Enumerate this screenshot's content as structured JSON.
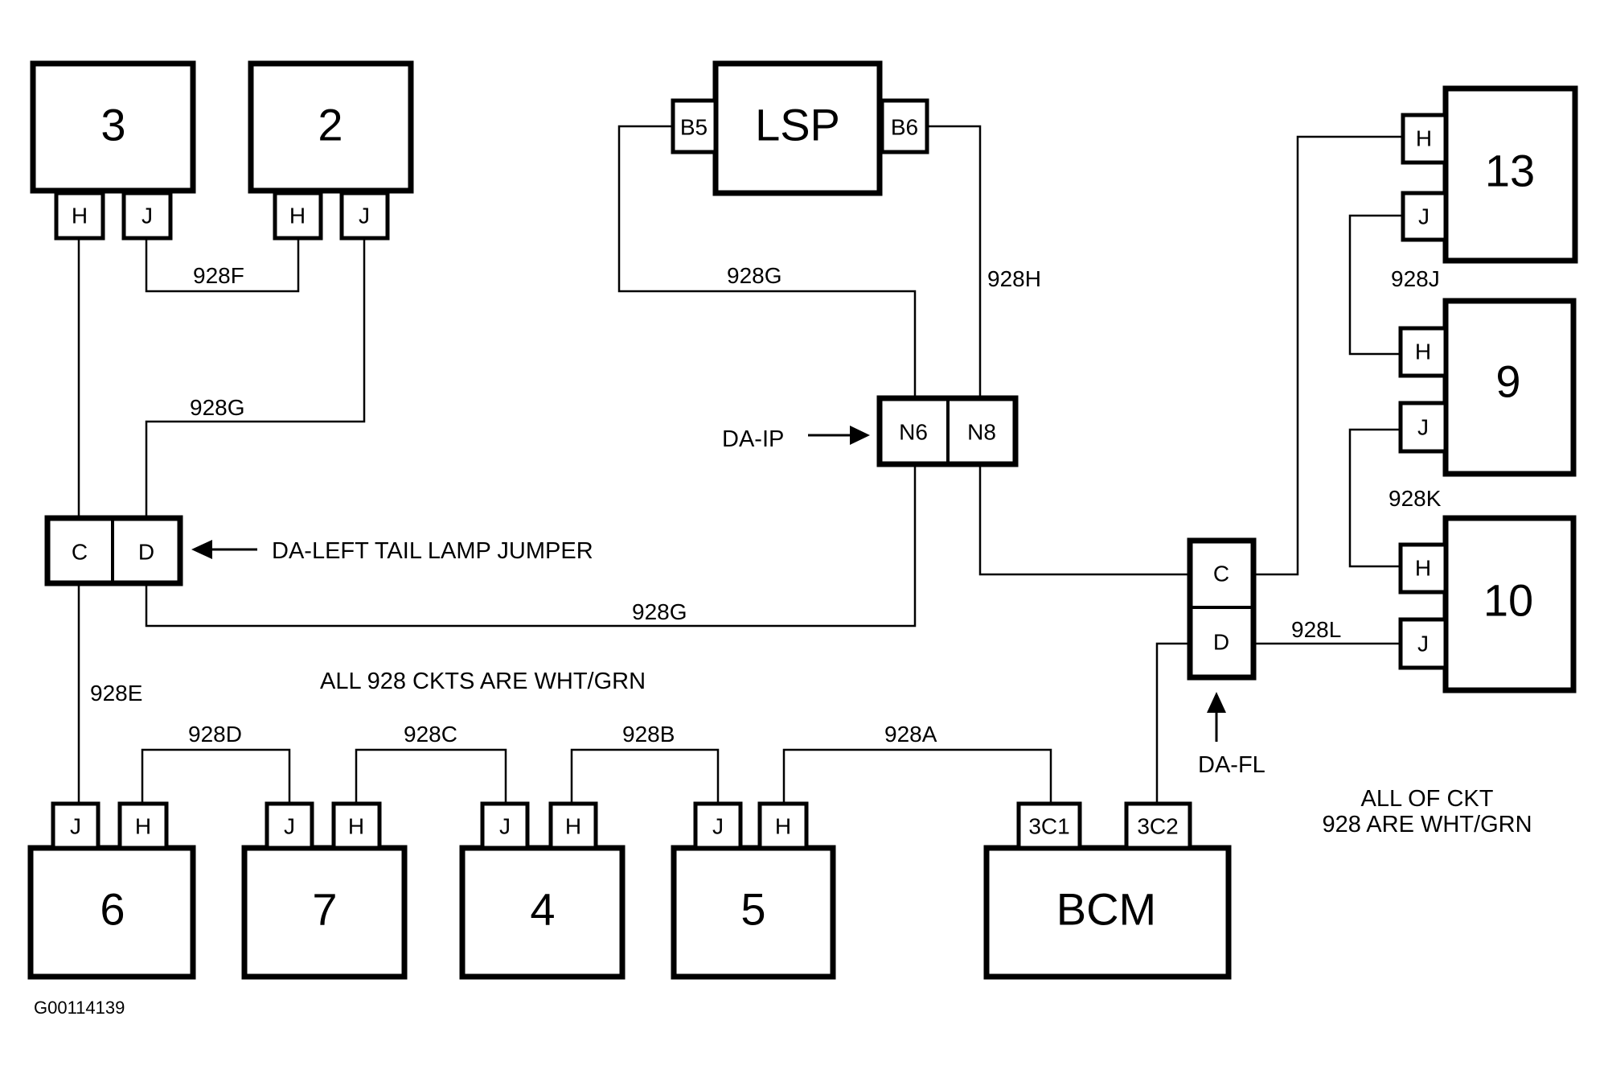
{
  "diagram_id": "G00114139",
  "colors": {
    "ink": "#000000",
    "paper": "#ffffff"
  },
  "components": {
    "c3": {
      "label": "3",
      "pins": [
        "H",
        "J"
      ]
    },
    "c2": {
      "label": "2",
      "pins": [
        "H",
        "J"
      ]
    },
    "lsp": {
      "label": "LSP",
      "pins": [
        "B5",
        "B6"
      ]
    },
    "c13": {
      "label": "13",
      "pins": [
        "H",
        "J"
      ]
    },
    "c9": {
      "label": "9",
      "pins": [
        "H",
        "J"
      ]
    },
    "c10": {
      "label": "10",
      "pins": [
        "H",
        "J"
      ]
    },
    "c6": {
      "label": "6",
      "pins": [
        "J",
        "H"
      ]
    },
    "c7": {
      "label": "7",
      "pins": [
        "J",
        "H"
      ]
    },
    "c4": {
      "label": "4",
      "pins": [
        "J",
        "H"
      ]
    },
    "c5": {
      "label": "5",
      "pins": [
        "J",
        "H"
      ]
    },
    "bcm": {
      "label": "BCM",
      "pins": [
        "3C1",
        "3C2"
      ]
    }
  },
  "connectors": {
    "left_tail_lamp": {
      "pins": [
        "C",
        "D"
      ],
      "callout": "DA-LEFT TAIL LAMP JUMPER"
    },
    "ip": {
      "pins": [
        "N6",
        "N8"
      ],
      "callout": "DA-IP"
    },
    "fl": {
      "pins": [
        "C",
        "D"
      ],
      "callout": "DA-FL"
    }
  },
  "circuits": {
    "a": "928A",
    "b": "928B",
    "c": "928C",
    "d": "928D",
    "e": "928E",
    "f": "928F",
    "g1": "928G",
    "g2": "928G",
    "g3": "928G",
    "h": "928H",
    "j": "928J",
    "k": "928K",
    "l": "928L"
  },
  "notes": {
    "center": "ALL 928 CKTS ARE WHT/GRN",
    "right_line1": "ALL OF CKT",
    "right_line2": "928 ARE WHT/GRN"
  }
}
